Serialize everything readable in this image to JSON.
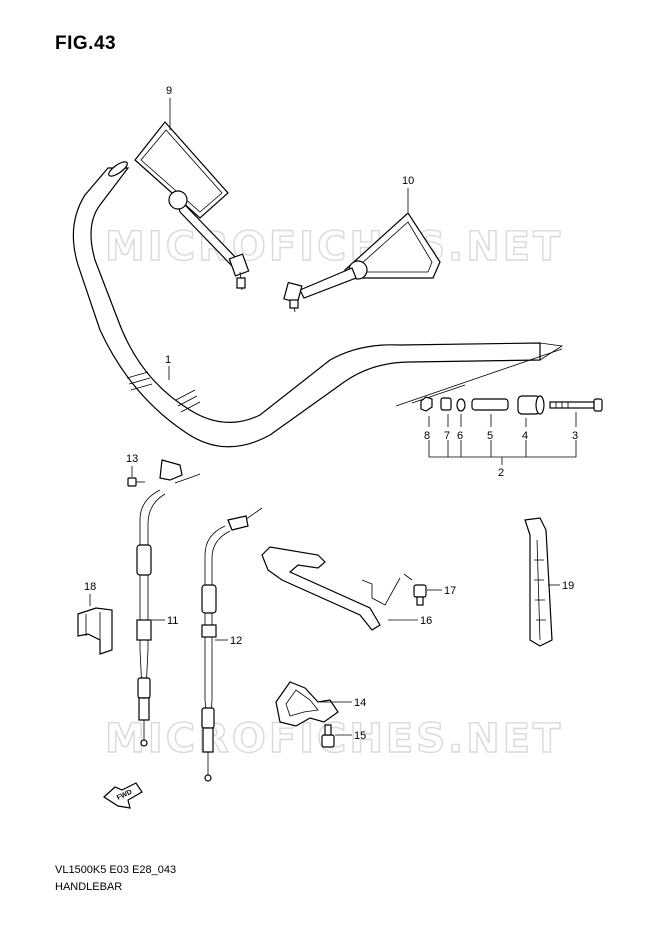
{
  "header": {
    "figure": "FIG.43"
  },
  "footer": {
    "model_code": "VL1500K5 E03 E28_043",
    "section": "HANDLEBAR"
  },
  "watermark": {
    "text": "MICROFICHES.NET"
  },
  "callouts": [
    "1",
    "2",
    "3",
    "4",
    "5",
    "6",
    "7",
    "8",
    "9",
    "10",
    "11",
    "12",
    "13",
    "14",
    "15",
    "16",
    "17",
    "18",
    "19"
  ],
  "direction_mark": {
    "text": "FWD"
  },
  "colors": {
    "ink": "#000000",
    "watermark": "#d9d9d9",
    "background": "#ffffff"
  }
}
